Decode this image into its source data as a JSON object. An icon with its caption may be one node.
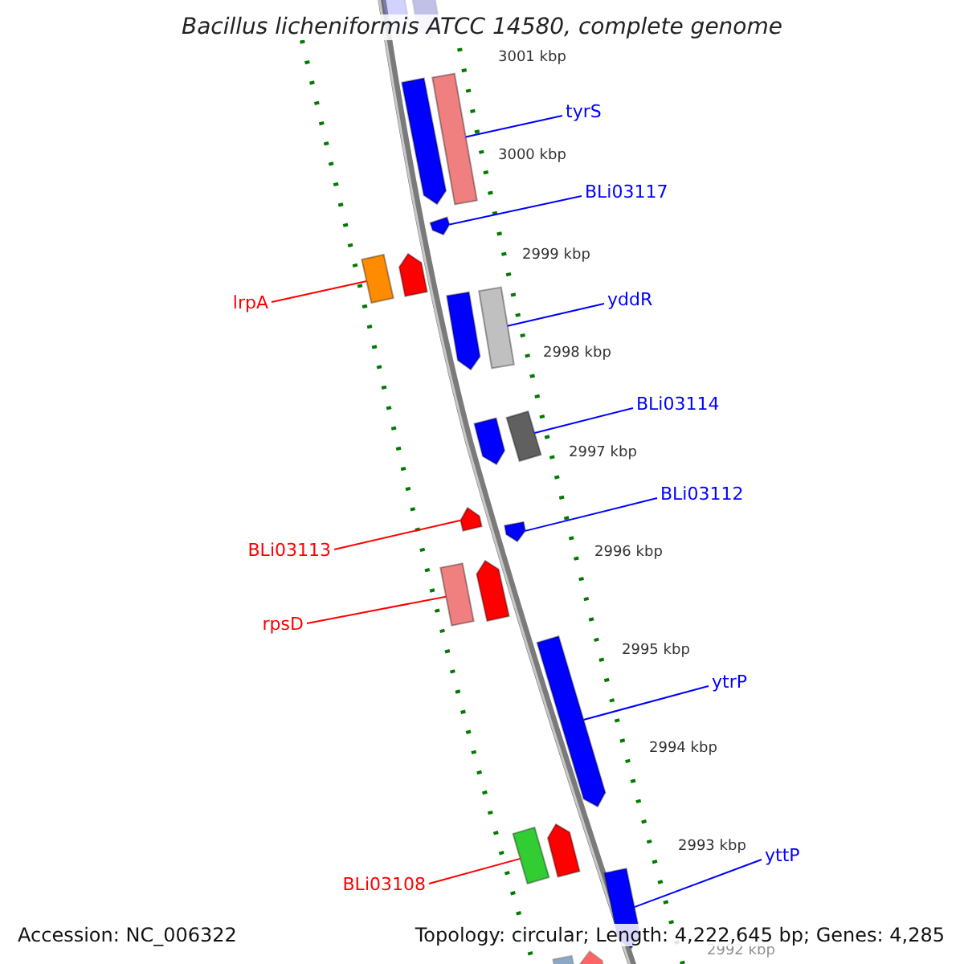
{
  "diagram": {
    "title": "Bacillus licheniformis ATCC 14580, complete genome",
    "nodes": [
      {
        "text": [
          "tyrS"
        ]
      },
      {
        "text": [],
        "shape": "arrow"
      },
      {
        "text": [
          "BLi03117"
        ]
      },
      {
        "text": [],
        "shape": "arrow"
      },
      {
        "text": [
          "lrpA"
        ]
      },
      {
        "text": [],
        "shape": "arrow"
      },
      {
        "text": [
          "yddR"
        ]
      },
      {
        "text": [],
        "shape": "arrow"
      },
      {
        "text": [
          "BLi03114"
        ]
      },
      {
        "text": [],
        "shape": "arrow"
      },
      {
        "text": [
          "BLi03112"
        ]
      },
      {
        "text": [],
        "shape": "arrow"
      },
      {
        "text": [
          "BLi03113"
        ]
      },
      {
        "text": [],
        "shape": "arrow"
      },
      {
        "text": [
          "rpsD"
        ]
      },
      {
        "text": [],
        "shape": "arrow"
      },
      {
        "text": [
          "ytrP"
        ]
      },
      {
        "text": [],
        "shape": "arrow"
      },
      {
        "text": [
          "BLi03108"
        ]
      },
      {
        "text": [],
        "shape": "arrow"
      },
      {
        "text": [
          "yttP"
        ]
      },
      {
        "text": [],
        "shape": "arrow"
      },
      {
        "text": [],
        "shape": "arrow"
      },
      {
        "text": [],
        "shape": "arrow"
      },
      {
        "text": [],
        "shape": "arrow"
      },
      {
        "text": [],
        "shape": "arrow"
      },
      {
        "text": [],
        "shape": "arrow"
      },
      {
        "text": [],
        "shape": "arrow"
      },
      {
        "text": [],
        "shape": "arrow"
      },
      {
        "text": [],
        "shape": "arrow"
      },
      {
        "text": [],
        "shape": "arrow"
      },
      {
        "text": [],
        "shape": "arrow"
      }
    ],
    "edges": [
      {
        "from": 0,
        "to": 1,
        "arrow": "none"
      },
      {
        "from": 2,
        "to": 3,
        "arrow": "none"
      },
      {
        "from": 4,
        "to": 5,
        "arrow": "none",
        "color": "#ff0000"
      },
      {
        "from": 6,
        "to": 7,
        "arrow": "none"
      },
      {
        "from": 8,
        "to": 9,
        "arrow": "none"
      },
      {
        "from": 10,
        "to": 11,
        "arrow": "none"
      },
      {
        "from": 12,
        "to": 13,
        "arrow": "none",
        "color": "#ff0000"
      },
      {
        "from": 14,
        "to": 15,
        "arrow": "none",
        "color": "#ff0000"
      },
      {
        "from": 16,
        "to": 17,
        "arrow": "none"
      },
      {
        "from": 18,
        "to": 19,
        "arrow": "none",
        "color": "#ff0000"
      },
      {
        "from": 20,
        "to": 21,
        "arrow": "none"
      }
    ],
    "labels": [
      "3001 kbp",
      "3000 kbp",
      "2999 kbp",
      "2998 kbp",
      "2997 kbp",
      "2996 kbp",
      "2995 kbp",
      "2994 kbp",
      "2993 kbp",
      "2992 kbp",
      "Accession: NC_006322",
      "Topology: circular; Length: 4,222,645 bp; Genes: 4,285"
    ]
  }
}
